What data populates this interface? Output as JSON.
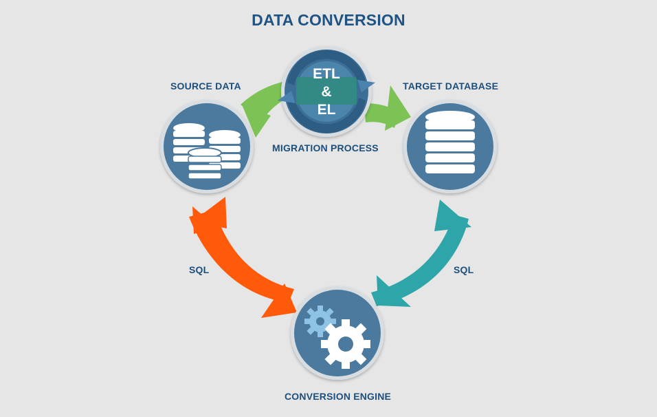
{
  "title": "DATA CONVERSION",
  "nodes": {
    "source": {
      "label": "SOURCE DATA",
      "icon": "stacked-databases-icon"
    },
    "target": {
      "label": "TARGET DATABASE",
      "icon": "database-icon"
    },
    "migration": {
      "label": "MIGRATION PROCESS",
      "line1": "ETL",
      "line2": "&",
      "line3": "EL",
      "icon": "cycle-arrows-icon"
    },
    "engine": {
      "label": "CONVERSION ENGINE",
      "icon": "gears-icon"
    }
  },
  "edges": {
    "left": {
      "label": "SQL"
    },
    "right": {
      "label": "SQL"
    }
  },
  "colors": {
    "background": "#e6e6e6",
    "node_fill": "#4b7a9e",
    "node_ring": "#d8dde2",
    "text": "#1c4f7c",
    "green_arrow": "#7cc255",
    "orange_arrow": "#ff5a0a",
    "teal_arrow": "#2ea5a8",
    "white_icon": "#ffffff"
  }
}
